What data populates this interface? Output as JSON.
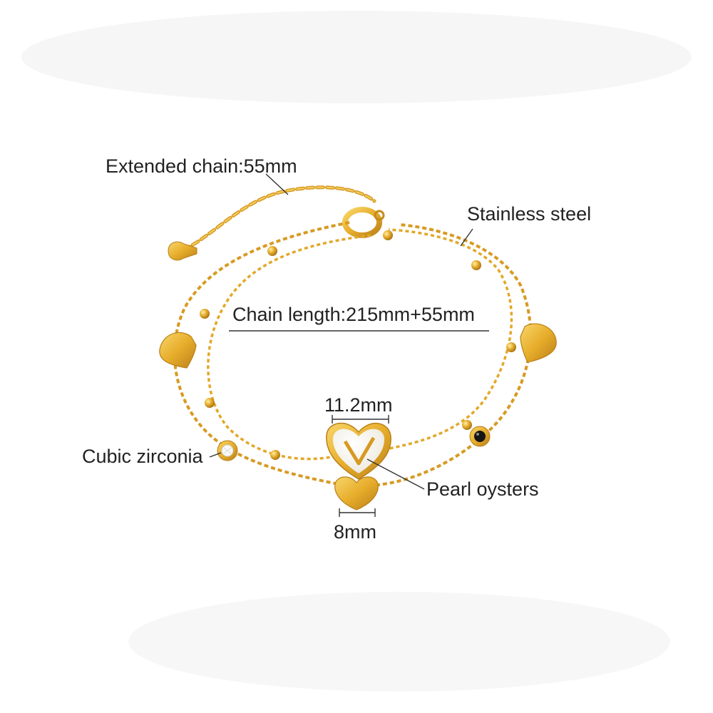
{
  "image": {
    "subject": "gold-tone double-layer heart charm bracelet",
    "colors": {
      "background": "#ffffff",
      "gold": "#e7ad2b",
      "gold_dark": "#b9801a",
      "gold_light": "#f8d66a",
      "pearl": "#f3f0e8",
      "stone_black": "#151515",
      "label_text": "#222222",
      "leader_line": "#333333"
    }
  },
  "annotations": {
    "extended_chain": "Extended chain:55mm",
    "stainless_steel": "Stainless steel",
    "chain_length": "Chain length:215mm+55mm",
    "large_heart_width": "11.2mm",
    "cubic_zirconia": "Cubic zirconia",
    "pearl_oysters": "Pearl oysters",
    "small_heart_width": "8mm"
  }
}
